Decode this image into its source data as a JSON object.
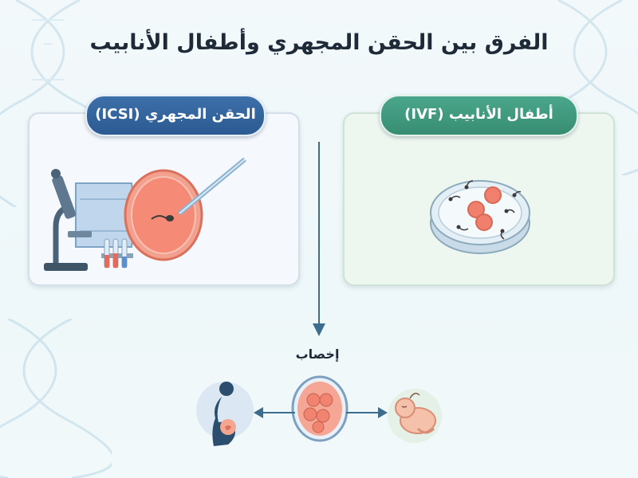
{
  "title": "الفرق بين الحقن المجهري وأطفال الأنابيب",
  "panels": {
    "icsi": {
      "label": "الحقن المجهري (ICSI)"
    },
    "ivf": {
      "label": "أطفال الأنابيب (IVF)"
    }
  },
  "flow": {
    "fertilization_label": "إخصاب"
  },
  "colors": {
    "icsi_accent": "#2f5d95",
    "ivf_accent": "#3d987c",
    "egg": "#f0806d",
    "arrow": "#3d6d8c"
  },
  "icons": [
    "microscope-icon",
    "test-tubes-icon",
    "pipette-icon",
    "egg-cell-icon",
    "petri-dish-icon",
    "embryo-icon",
    "pregnant-woman-icon",
    "baby-icon"
  ]
}
